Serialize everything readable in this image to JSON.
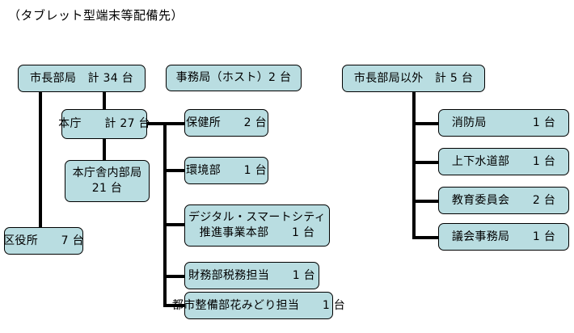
{
  "page": {
    "title": "（タブレット型端末等配備先）",
    "background_color": "#ffffff",
    "node_fill_color": "#b9dde1",
    "node_border_color": "#000000",
    "connector_color": "#000000"
  },
  "diagram": {
    "type": "org-tree",
    "columns": [
      {
        "id": "mayor-bureau",
        "root_label": "市長部局　計 34 台",
        "children": [
          "本庁　計 27 台",
          "区役所　　7 台"
        ]
      },
      {
        "id": "secretariat-host",
        "root_label": "事務局（ホスト）2 台"
      },
      {
        "id": "non-mayor-bureau",
        "root_label": "市長部局以外　計 5 台",
        "children": [
          "消防局　　　1 台",
          "上下水道部　1 台",
          "教育委員会　2 台",
          "議会事務局　1 台"
        ]
      }
    ]
  },
  "nodes": {
    "mayor_bureau": "市長部局　計 34 台",
    "head_office": "本庁　　計 27 台",
    "head_office_internal_line1": "本庁舎内部局",
    "head_office_internal_line2": "21 台",
    "ward_office": "区役所　　7 台",
    "secretariat_host": "事務局（ホスト）2 台",
    "health_center": "保健所　　2 台",
    "environment_dept": "環境部　　1 台",
    "digital_smart_city_line1": "デジタル・スマートシティ",
    "digital_smart_city_line2": "推進事業本部　　1 台",
    "finance_tax": "財務部税務担当　　1 台",
    "urban_flower_green": "都市整備部花みどり担当　　1 台",
    "non_mayor_bureau": "市長部局以外　計 5 台",
    "fire_department": "消防局　　　　1 台",
    "water_sewage_dept": "上下水道部　　1 台",
    "board_of_education": "教育委員会　　2 台",
    "assembly_secretariat": "議会事務局　　1 台"
  }
}
